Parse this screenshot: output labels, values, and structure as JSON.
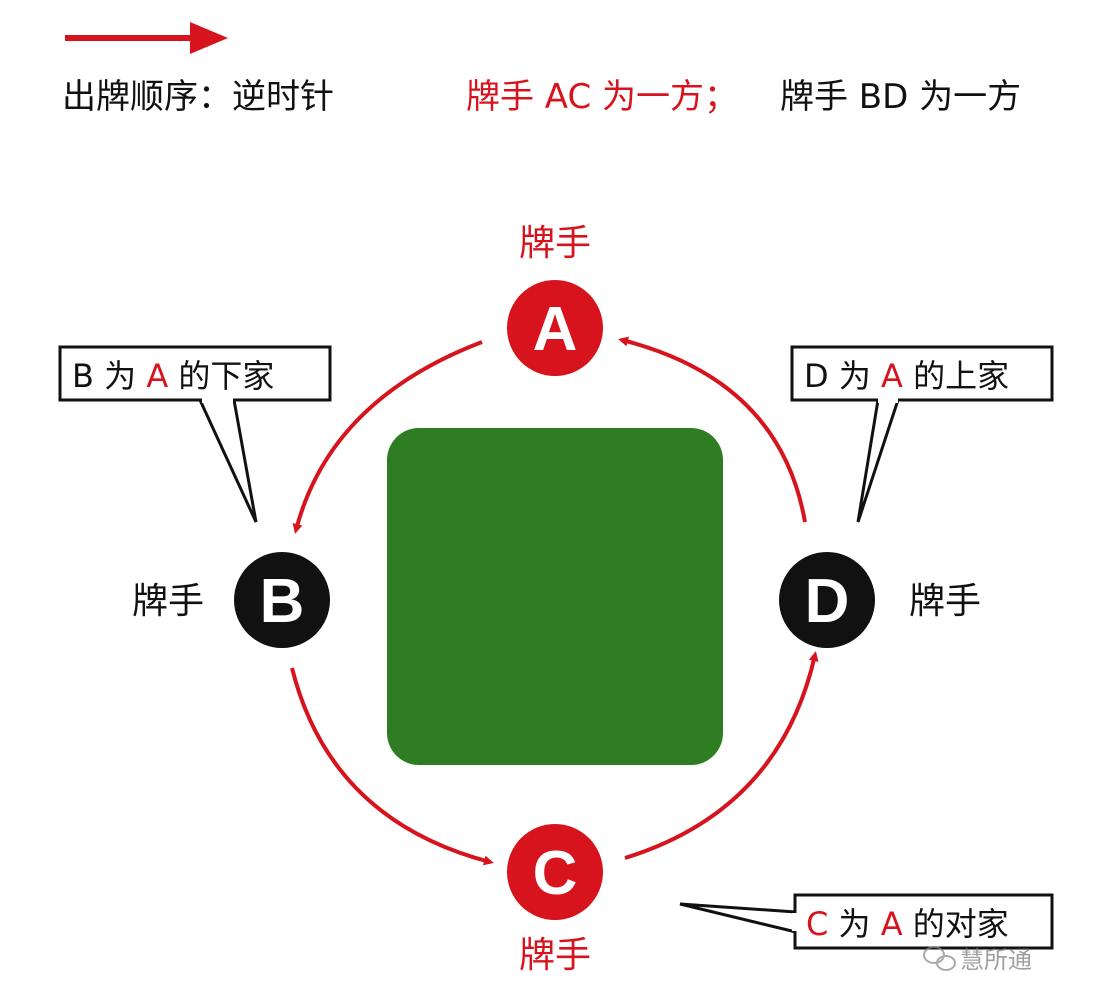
{
  "legend": {
    "order_label": "出牌顺序：逆时针",
    "team_ac": "牌手 AC 为一方；",
    "team_bd": "牌手 BD 为一方"
  },
  "players": {
    "a": {
      "letter": "A",
      "label": "牌手"
    },
    "b": {
      "letter": "B",
      "label": "牌手"
    },
    "c": {
      "letter": "C",
      "label": "牌手"
    },
    "d": {
      "letter": "D",
      "label": "牌手"
    }
  },
  "callouts": {
    "b": {
      "subject": "B",
      "mid": " 为 ",
      "ref": "A",
      "rest": " 的下家"
    },
    "d": {
      "subject": "D",
      "mid": " 为 ",
      "ref": "A",
      "rest": " 的上家"
    },
    "c": {
      "subject": "C",
      "mid": " 为 ",
      "ref": "A",
      "rest": " 的对家"
    }
  },
  "watermark": "慧所通",
  "colors": {
    "red": "#d7141e",
    "table": "#2e7d22",
    "black": "#111111"
  }
}
